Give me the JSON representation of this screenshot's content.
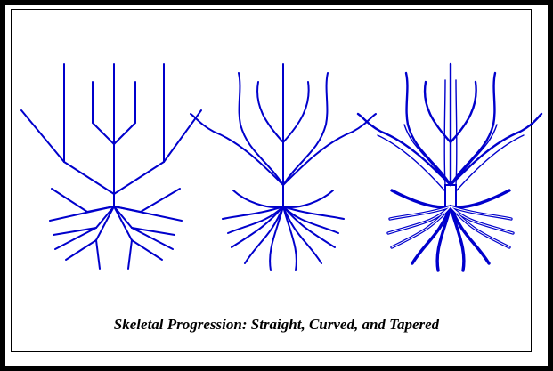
{
  "figure": {
    "caption": "Skeletal Progression: Straight, Curved, and Tapered",
    "stroke_color": "#0000cc",
    "panels": [
      "straight",
      "curved",
      "tapered"
    ]
  }
}
